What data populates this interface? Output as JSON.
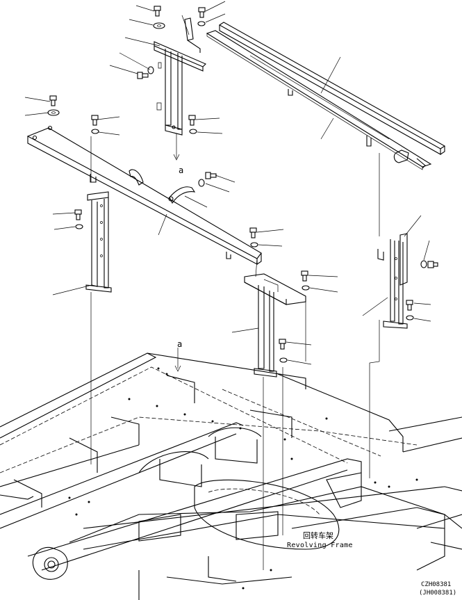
{
  "callouts": {
    "upper_a": "a",
    "lower_a": "a"
  },
  "frame_label": {
    "chinese": "回转车架",
    "english": "Revolving Frame"
  },
  "drawing_codes": {
    "primary": "CZH08381",
    "secondary": "(JH008381)"
  }
}
